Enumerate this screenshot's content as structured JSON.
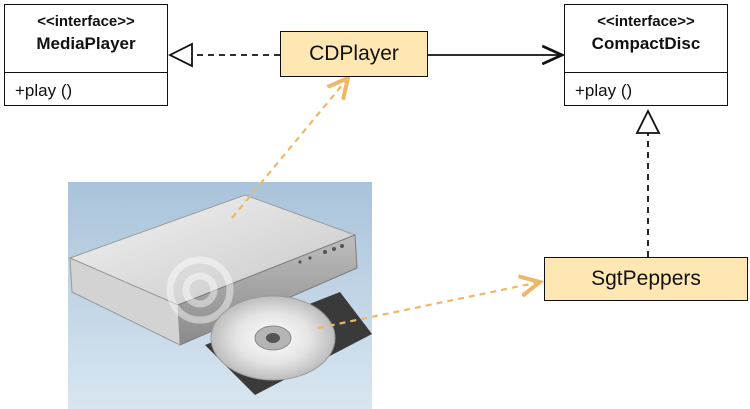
{
  "diagram": {
    "media_player": {
      "stereotype": "<<interface>>",
      "name": "MediaPlayer",
      "method": "+play ()"
    },
    "compact_disc": {
      "stereotype": "<<interface>>",
      "name": "CompactDisc",
      "method": "+play ()"
    },
    "cd_player": {
      "label": "CDPlayer"
    },
    "sgt_peppers": {
      "label": "SgtPeppers"
    },
    "colors": {
      "note_fill": "#ffe7b4",
      "annotation_arrow": "#f0c070",
      "line": "#111111"
    },
    "photo": {
      "subject": "cd-player-with-disc"
    }
  }
}
